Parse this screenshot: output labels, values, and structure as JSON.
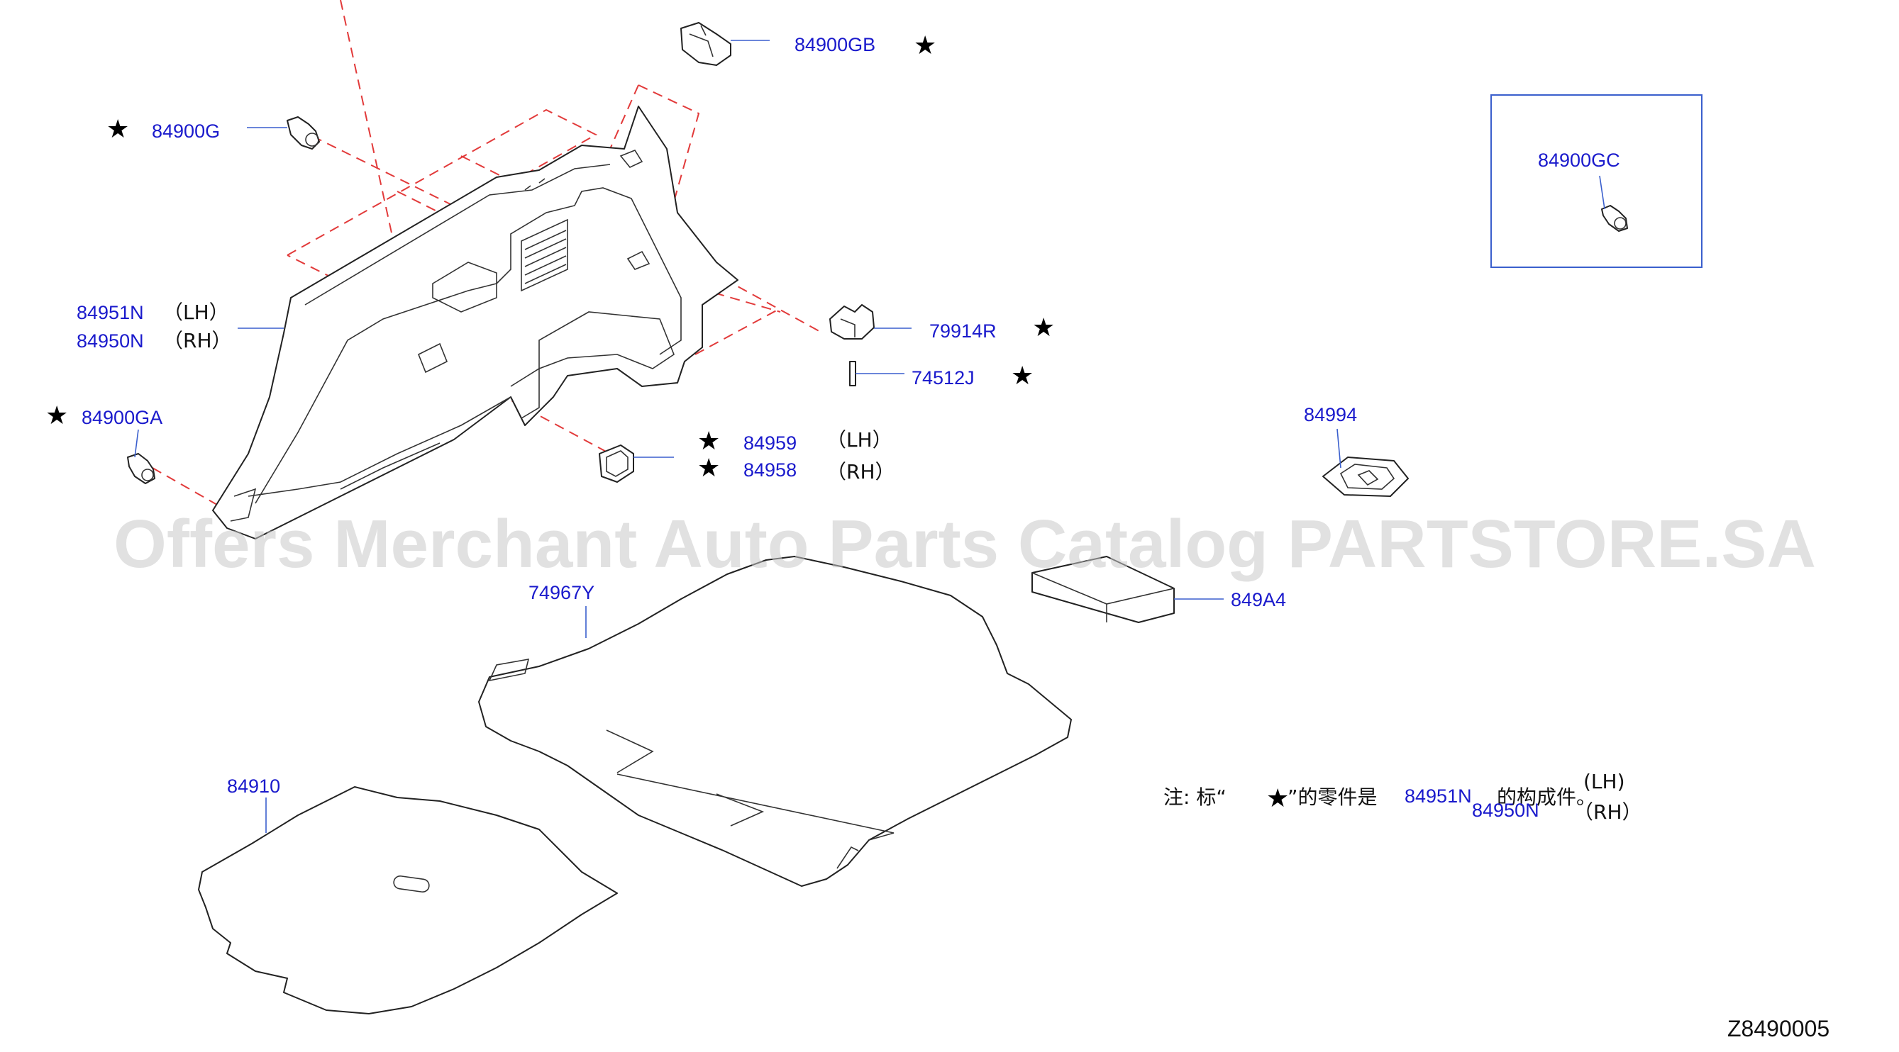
{
  "parts": {
    "p84900GB": "84900GB",
    "p84900G": "84900G",
    "p84951N": "84951N",
    "p84950N": "84950N",
    "p84900GA": "84900GA",
    "p79914R": "79914R",
    "p74512J": "74512J",
    "p84959": "84959",
    "p84958": "84958",
    "p84900GC": "84900GC",
    "p84994": "84994",
    "p849A4": "849A4",
    "p74967Y": "74967Y",
    "p84910": "84910"
  },
  "sides": {
    "lh": "（LH）",
    "rh": "（RH）",
    "lh_note": "(LH)",
    "rh_note": "（RH）"
  },
  "marks": {
    "star": "★"
  },
  "note": {
    "prefix": "注:  标“",
    "suffix": "”的零件是",
    "part_lh": "84951N",
    "part_rh": "84950N",
    "tail": "的构成件。"
  },
  "watermark": "Offers Merchant Auto Parts Catalog PARTSTORE.SA",
  "diagram_code": "Z8490005",
  "colors": {
    "label_blue": "#1a1acc",
    "leader_blue": "#3a5fcd",
    "dash_red": "#e23a3a",
    "inset_border": "#3a5fcd"
  }
}
